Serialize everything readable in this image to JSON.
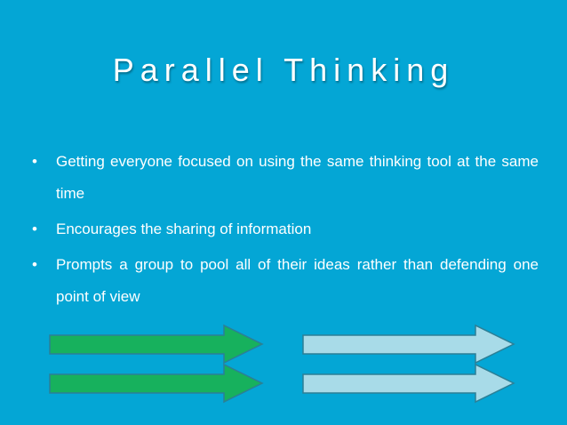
{
  "slide": {
    "title": "Parallel Thinking",
    "bullet_glyph": "•",
    "bullets": [
      "Getting everyone focused on using the same thinking tool at the same time",
      "Encourages the sharing of information",
      "Prompts a group to pool all of their ideas rather than defending one point of view"
    ],
    "colors": {
      "background": "#04a6d5",
      "text": "#ffffff",
      "arrow_green": "#17b15d",
      "arrow_light_blue": "#a8dbe8",
      "arrow_stroke": "#2c7f96"
    }
  }
}
